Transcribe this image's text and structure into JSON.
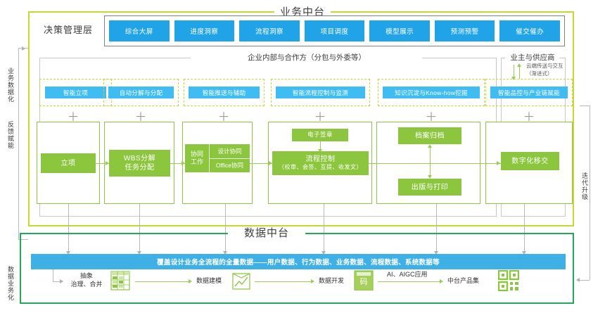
{
  "business_platform": {
    "title": "业务中台",
    "decision_layer_label": "决策管理层",
    "decision_buttons": [
      {
        "label": "综合大屏"
      },
      {
        "label": "进度洞察"
      },
      {
        "label": "流程洞察"
      },
      {
        "label": "项目调度"
      },
      {
        "label": "模型展示"
      },
      {
        "label": "预测预警"
      },
      {
        "label": "催交催办"
      }
    ],
    "group_internal_caption": "企业内部与合作方（分包与外委等）",
    "group_owner_caption": "业主与供应商",
    "cloud_note": "云端传送与交互（渐进式）",
    "capabilities": [
      {
        "label": "智能立项"
      },
      {
        "label": "自动分解与分配"
      },
      {
        "label": "智能推送与辅助"
      },
      {
        "label": "智能流程控制与监测"
      },
      {
        "label": "知识沉淀与Know-how挖掘"
      },
      {
        "label": "智能品控与产业链赋能"
      }
    ],
    "plus_symbol": "＋",
    "stages": [
      {
        "name": "立项"
      },
      {
        "name": "WBS分解\n任务分配",
        "line1": "WBS分解",
        "line2": "任务分配"
      },
      {
        "name": "协同工作",
        "left_line1": "协同",
        "left_line2": "工作",
        "right_top": "设计协同",
        "right_bottom": "Office协同"
      },
      {
        "name": "流程控制",
        "top_chip": "电子签章",
        "line1": "流程控制",
        "line2": "（校审、会签、互提、收发文）"
      },
      {
        "name": "归档出版",
        "top_chip": "档案归档",
        "bottom_chip": "出版与打印"
      },
      {
        "name": "数字化移交"
      }
    ]
  },
  "data_platform": {
    "title": "数据中台",
    "banner": "覆盖设计业务全流程的全量数据——用户数据、行为数据、业务数据、流程数据、系统数据等",
    "flow": [
      {
        "label_line1": "抽象",
        "label_line2": "治理、合并",
        "icon": "table-icon"
      },
      {
        "label_line1": "数据建模",
        "label_line2": "",
        "icon": "chart-box-icon"
      },
      {
        "label_line1": "数据开发",
        "label_line2": "",
        "icon": "code-block-icon"
      },
      {
        "label_line1": "中台产品集",
        "label_line2": "",
        "icon": "qr-grid-icon"
      }
    ],
    "ai_label": "AI、AIGC应用"
  },
  "side_labels": {
    "left_top": "业务数据化",
    "left_mid": "反馈赋能",
    "left_bottom": "数据业务化",
    "right": "迭代升级"
  },
  "colors": {
    "business_green": "#c4d82e",
    "data_green": "#1faa59",
    "blue": "#21a3e8",
    "chip_blue": "#3fbdf2",
    "chip_green": "#8cc63e",
    "banner_blue": "#3fb0e5"
  }
}
